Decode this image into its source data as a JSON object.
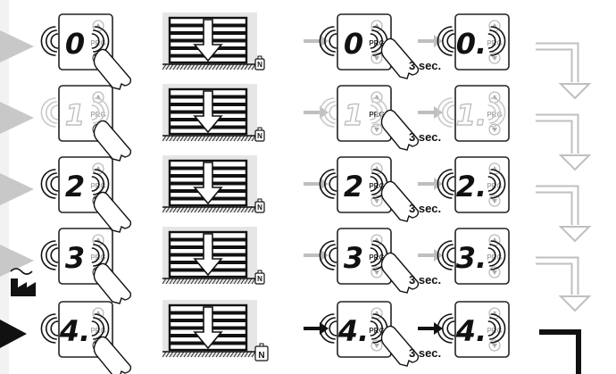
{
  "rows": [
    {
      "digit": "0",
      "after": "0.",
      "hold": "3 sec.",
      "dim": false,
      "active": false
    },
    {
      "digit": "1",
      "after": "1.",
      "hold": "3 sec.",
      "dim": true,
      "active": false
    },
    {
      "digit": "2",
      "after": "2.",
      "hold": "3 sec.",
      "dim": false,
      "active": false
    },
    {
      "digit": "3",
      "after": "3.",
      "hold": "3 sec.",
      "dim": false,
      "active": false
    },
    {
      "digit": "4.",
      "after": "4.",
      "hold": "3 sec.",
      "dim": false,
      "active": true
    }
  ],
  "button_labels": {
    "up": "▲",
    "prg": "PRG",
    "down": "▼"
  },
  "weight_label": "N",
  "colors": {
    "grey": "#bfbfbf",
    "dark": "#111111",
    "door_bg": "#e6e6e6",
    "frame": "#222222"
  }
}
